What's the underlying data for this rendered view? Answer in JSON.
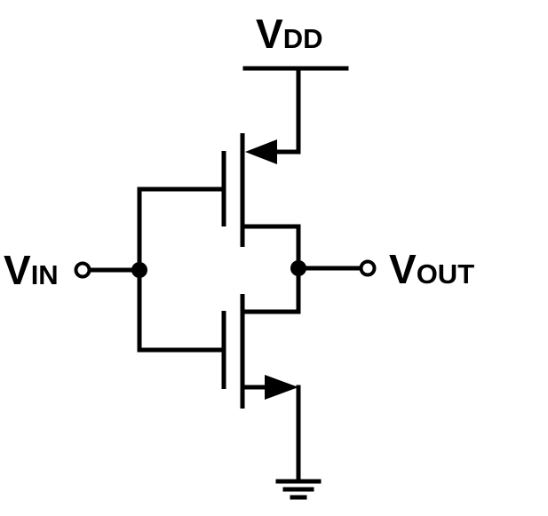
{
  "labels": {
    "vdd": {
      "main": "V",
      "sub": "DD"
    },
    "vin": {
      "main": "V",
      "sub": "IN"
    },
    "vout": {
      "main": "V",
      "sub": "OUT"
    }
  },
  "colors": {
    "ink": "#000000",
    "background": "#ffffff"
  }
}
